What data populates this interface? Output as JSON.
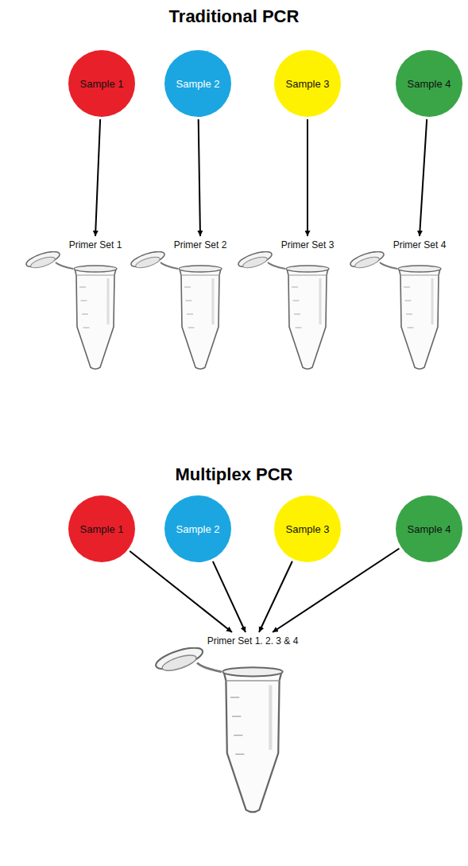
{
  "diagram": {
    "nodes": [
      {
        "text": [
          "Sample 1"
        ]
      },
      {
        "text": [
          "Sample 2"
        ]
      },
      {
        "text": [
          "Sample 3"
        ]
      },
      {
        "text": [
          "Sample 4"
        ]
      },
      {
        "text": [
          "Primer Set 1"
        ]
      },
      {
        "text": [
          "Primer Set 2"
        ]
      },
      {
        "text": [
          "Primer Set 3"
        ]
      },
      {
        "text": [
          "Primer Set 4"
        ]
      },
      {
        "text": [
          "Sample 1"
        ]
      },
      {
        "text": [
          "Sample 2"
        ]
      },
      {
        "text": [
          "Sample 3"
        ]
      },
      {
        "text": [
          "Sample 4"
        ]
      },
      {
        "text": [
          "Primer Set 1. 2. 3 & 4"
        ]
      }
    ],
    "edges": [
      {
        "from": 0,
        "to": 4,
        "arrow": "to"
      },
      {
        "from": 1,
        "to": 5,
        "arrow": "to"
      },
      {
        "from": 2,
        "to": 6,
        "arrow": "to"
      },
      {
        "from": 3,
        "to": 7,
        "arrow": "to"
      },
      {
        "from": 8,
        "to": 12,
        "arrow": "to"
      },
      {
        "from": 9,
        "to": 12,
        "arrow": "to"
      },
      {
        "from": 10,
        "to": 12,
        "arrow": "to"
      },
      {
        "from": 11,
        "to": 12,
        "arrow": "to"
      }
    ],
    "labels": [
      "Traditional PCR",
      "Multiplex PCR"
    ]
  }
}
